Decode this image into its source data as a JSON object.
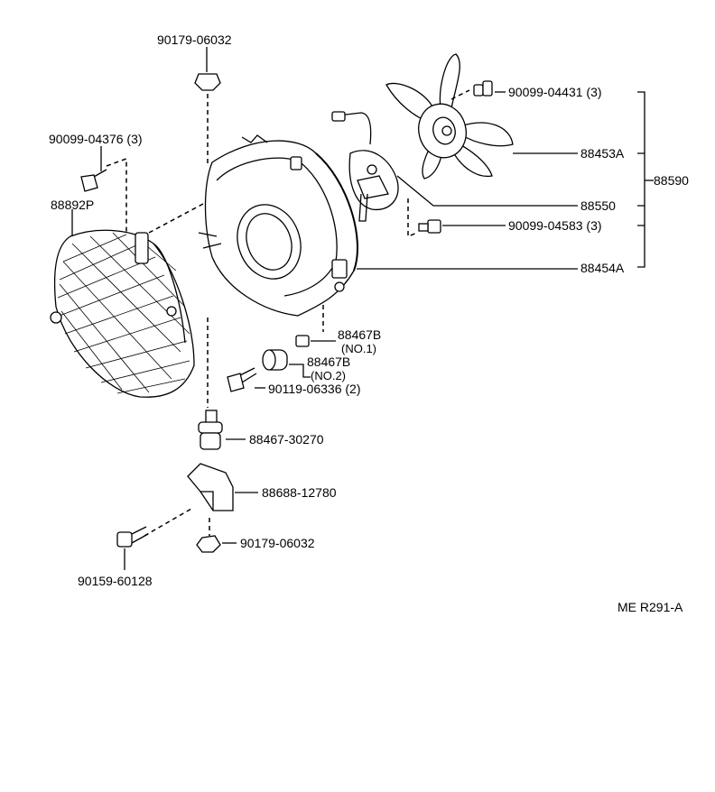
{
  "diagram": {
    "reference_code": "ME R291-A",
    "callouts": {
      "nut_top": "90179-06032",
      "screw_fan": "90099-04431 (3)",
      "screw_guard": "90099-04376 (3)",
      "fan_guard": "88892P",
      "fan": "88453A",
      "fan_assy": "88590",
      "motor": "88550",
      "screw_motor": "90099-04583 (3)",
      "shroud": "88454A",
      "bushing_1": "88467B",
      "bushing_1_note": "(NO.1)",
      "bushing_2": "88467B",
      "bushing_2_note": "(NO.2)",
      "bolt_shroud": "90119-06336 (2)",
      "cushion": "88467-30270",
      "bracket": "88688-12780",
      "nut_bottom": "90179-06032",
      "bolt_bracket": "90159-60128"
    }
  }
}
